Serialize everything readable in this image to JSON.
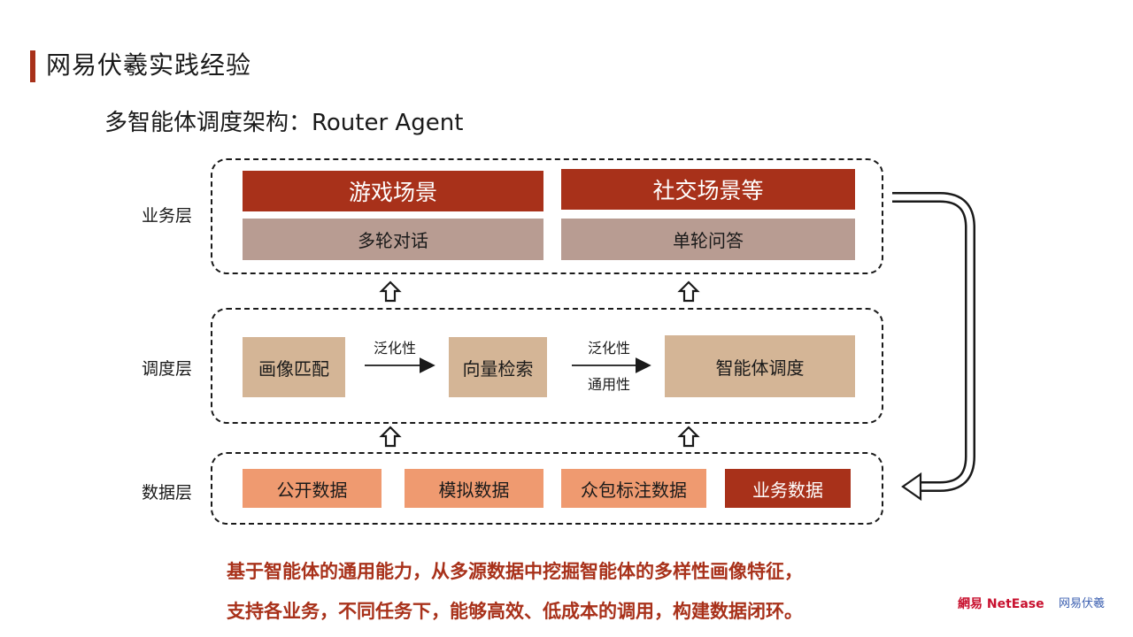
{
  "header": {
    "title": "网易伏羲实践经验",
    "subtitle": "多智能体调度架构：Router Agent"
  },
  "layers": {
    "business": {
      "label": "业务层",
      "scenes": [
        "游戏场景",
        "社交场景等"
      ],
      "modes": [
        "多轮对话",
        "单轮问答"
      ]
    },
    "scheduling": {
      "label": "调度层",
      "nodes": [
        "画像匹配",
        "向量检索",
        "智能体调度"
      ],
      "arrow1_label": "泛化性",
      "arrow2_labels": [
        "泛化性",
        "通用性"
      ]
    },
    "data": {
      "label": "数据层",
      "sources": [
        "公开数据",
        "模拟数据",
        "众包标注数据",
        "业务数据"
      ]
    }
  },
  "summary": {
    "line1": "基于智能体的通用能力，从多源数据中挖掘智能体的多样性画像特征，",
    "line2": "支持各业务，不同任务下，能够高效、低成本的调用，构建数据闭环。"
  },
  "logos": {
    "netease": "網易 NetEase",
    "fuxi": "网易伏羲"
  },
  "colors": {
    "accent_red": "#a8311a",
    "mauve": "#b89c92",
    "tan": "#d4b596",
    "orange": "#ef9a70"
  }
}
